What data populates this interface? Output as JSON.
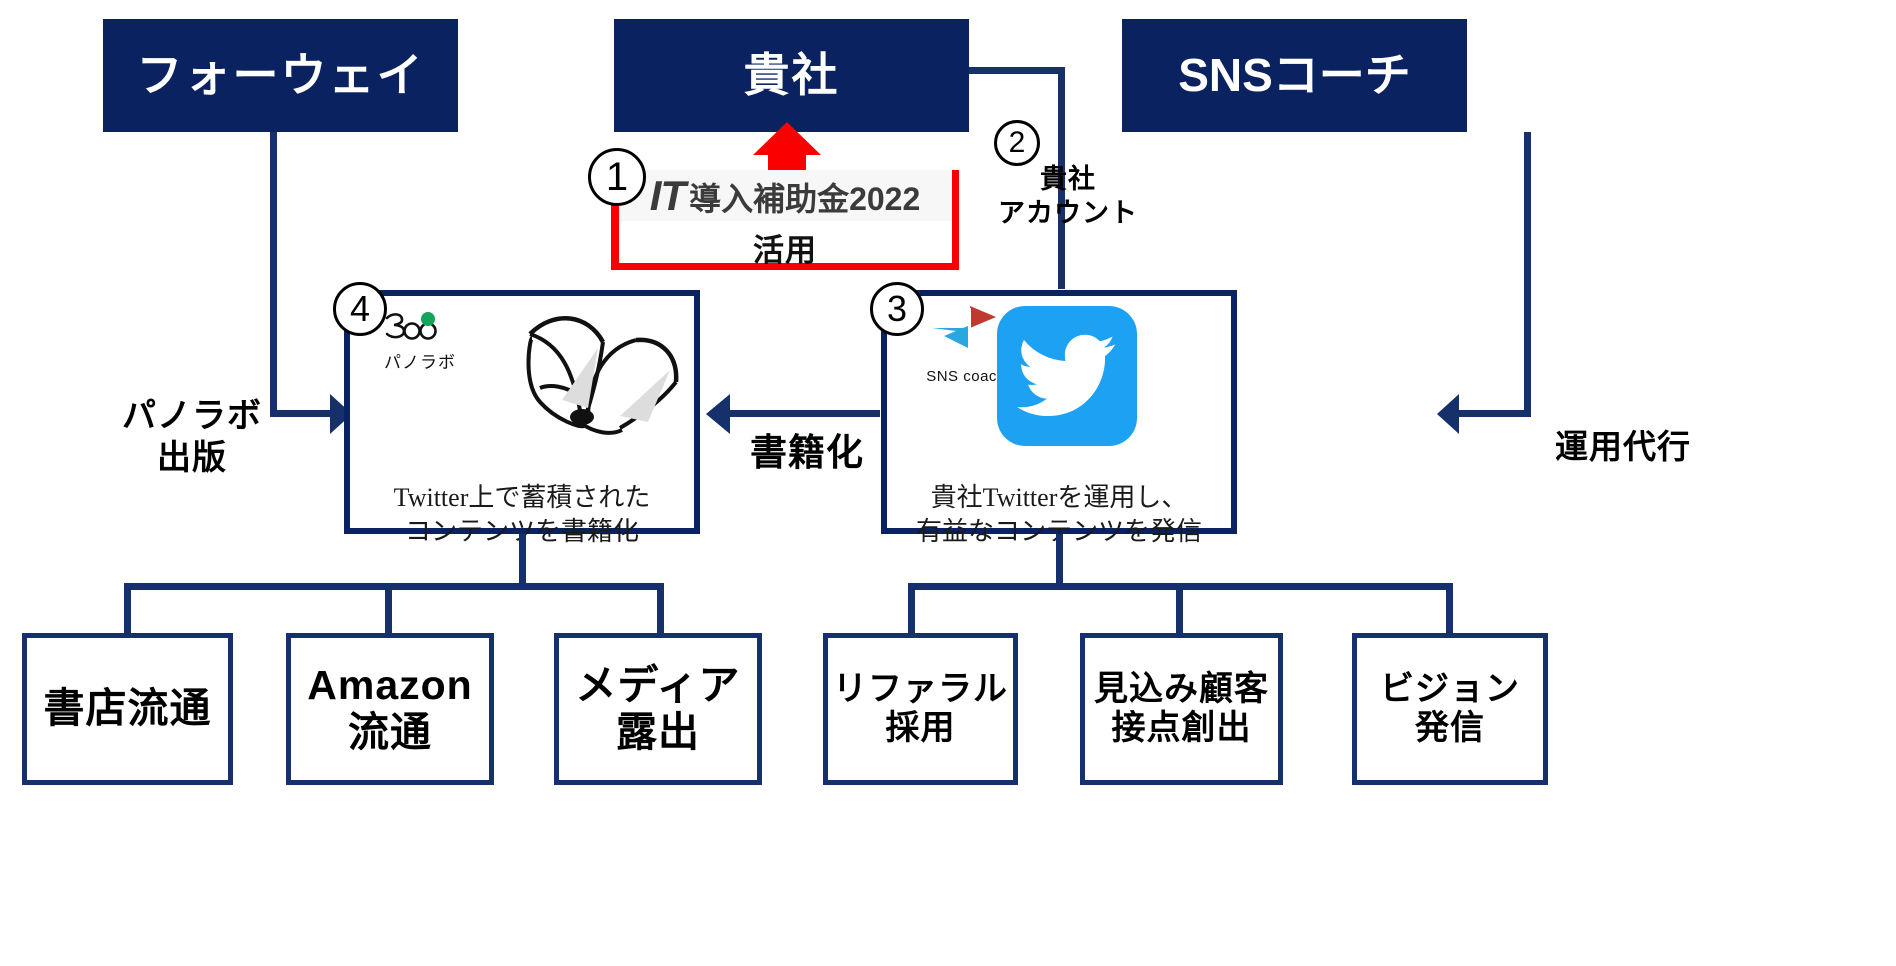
{
  "diagram": {
    "title_boxes": [
      {
        "id": "fourway",
        "label": "フォーウェイ"
      },
      {
        "id": "your-company",
        "label": "貴社"
      },
      {
        "id": "sns-coach",
        "label": "SNSコーチ"
      }
    ],
    "subsidy": {
      "step": "1",
      "mark": "IT",
      "rest": "導入補助金2022",
      "line2": "活用",
      "border_color": "#fb0000"
    },
    "account_note": {
      "step": "2",
      "line1": "貴社",
      "line2": "アカウント"
    },
    "edge_labels": {
      "panolab_publish": "パノラボ\n出版",
      "bookify": "書籍化",
      "operation_agency": "運用代行"
    },
    "book_card": {
      "step": "4",
      "logo_name": "パノラボ",
      "logo_mark": "360",
      "caption": "Twitter上で蓄積された\nコンテンツを書籍化"
    },
    "twitter_card": {
      "step": "3",
      "logo_name": "SNS coach",
      "caption": "貴社Twitterを運用し、\n有益なコンテンツを発信"
    },
    "outcomes_left": [
      {
        "id": "bookstore",
        "label": "書店流通"
      },
      {
        "id": "amazon",
        "label": "Amazon\n流通"
      },
      {
        "id": "media",
        "label": "メディア\n露出"
      }
    ],
    "outcomes_right": [
      {
        "id": "referral",
        "label": "リファラル\n採用"
      },
      {
        "id": "prospects",
        "label": "見込み顧客\n接点創出"
      },
      {
        "id": "vision",
        "label": "ビジョン\n発信"
      }
    ],
    "colors": {
      "navy": "#0a2260",
      "line_navy": "#15306b",
      "red": "#fb0000",
      "twitter_blue": "#1da1f2",
      "panolab_green": "#16a35c",
      "snscoach_red": "#c0392f",
      "snscoach_blue": "#29a8e0"
    }
  }
}
